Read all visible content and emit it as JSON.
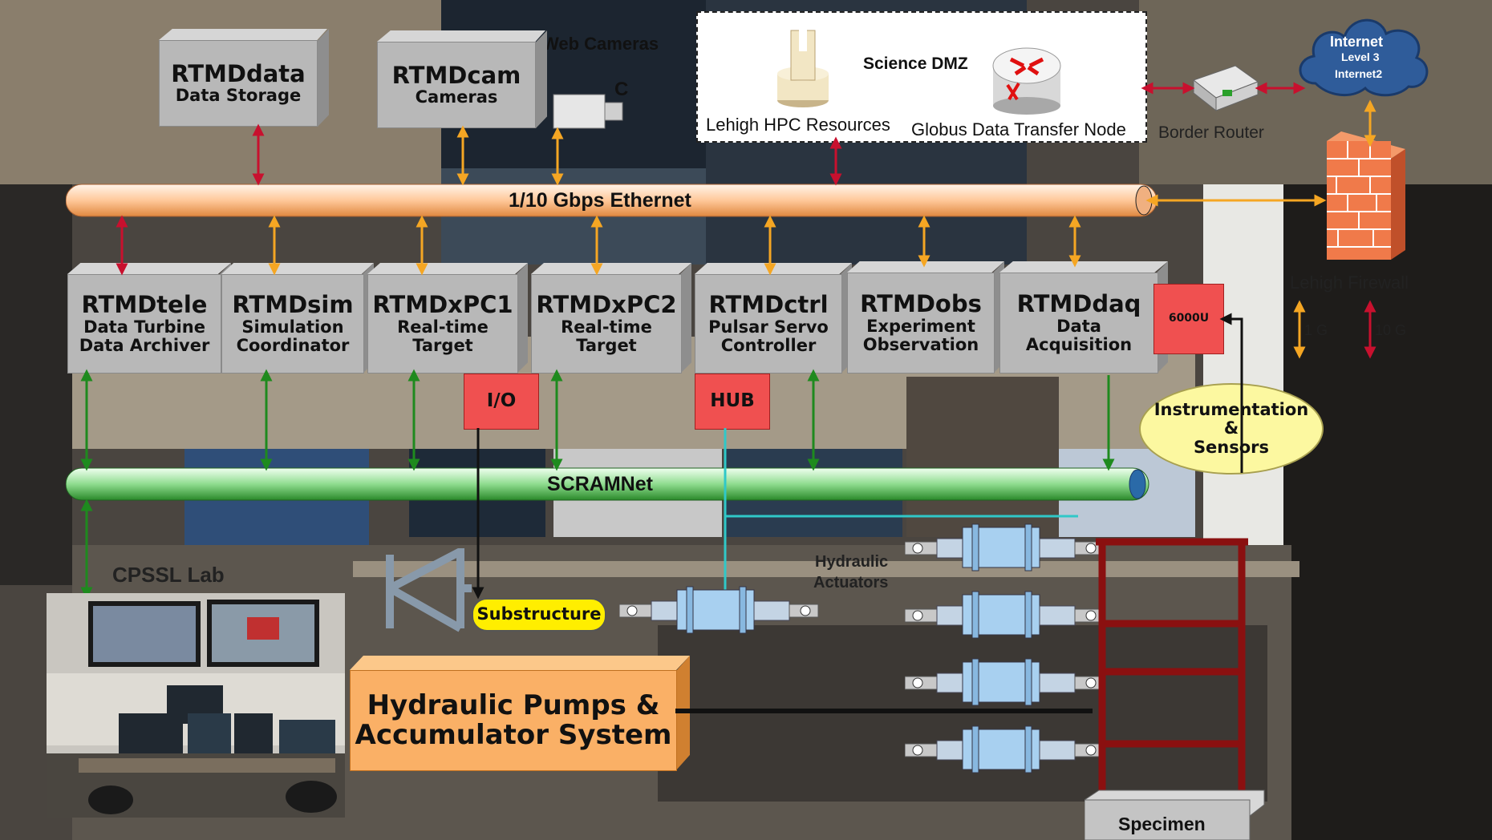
{
  "boxes": {
    "rtmddata": {
      "title": "RTMDdata",
      "subtitle": "Data Storage"
    },
    "rtmdcam": {
      "title": "RTMDcam",
      "subtitle": "Cameras"
    },
    "rtmdtele": {
      "title": "RTMDtele",
      "line1": "Data Turbine",
      "line2": "Data Archiver"
    },
    "rtmdsim": {
      "title": "RTMDsim",
      "line1": "Simulation",
      "line2": "Coordinator"
    },
    "rtmdxpc1": {
      "title": "RTMDxPC1",
      "line1": "Real-time",
      "line2": "Target"
    },
    "rtmdxpc2": {
      "title": "RTMDxPC2",
      "line1": "Real-time",
      "line2": "Target"
    },
    "rtmdctrl": {
      "title": "RTMDctrl",
      "line1": "Pulsar Servo",
      "line2": "Controller"
    },
    "rtmdobs": {
      "title": "RTMDobs",
      "line1": "Experiment",
      "line2": "Observation"
    },
    "rtmddaq": {
      "title": "RTMDdaq",
      "line1": "Data",
      "line2": "Acquisition"
    }
  },
  "modules": {
    "io": "I/O",
    "hub": "HUB",
    "daq6000": "6000U"
  },
  "network": {
    "ethernet": "1/10 Gbps Ethernet",
    "scramnet": "SCRAMNet"
  },
  "labels": {
    "web_cameras": "Web Cameras",
    "camera_c": "C",
    "science_dmz": "Science DMZ",
    "lehigh_hpc": "Lehigh HPC Resources",
    "globus": "Globus Data Transfer Node",
    "border_router": "Border Router",
    "internet": "Internet",
    "level3": "Level 3",
    "internet2": "Internet2",
    "lehigh_firewall": "Lehigh Firewall",
    "link_1g": "1 G",
    "link_10g": "10 G",
    "instrumentation": "Instrumentation",
    "ampersand": "&",
    "sensors": "Sensors",
    "hydraulic_actuators_1": "Hydraulic",
    "hydraulic_actuators_2": "Actuators",
    "substructure": "Substructure",
    "pumps_1": "Hydraulic Pumps &",
    "pumps_2": "Accumulator System",
    "cpssl_lab": "CPSSL Lab",
    "specimen": "Specimen"
  },
  "colors": {
    "ethernet_arrow": "#f5a623",
    "scramnet_arrow": "#1e8a1e",
    "link_red": "#c8102e",
    "ethernet_pipe": "#ffc89a",
    "scramnet_pipe": "#8fdc8f"
  },
  "icons": [
    "hpc-tower-icon",
    "router-icon",
    "cloud-icon",
    "firewall-icon",
    "webcam-icon",
    "actuator-icon"
  ]
}
